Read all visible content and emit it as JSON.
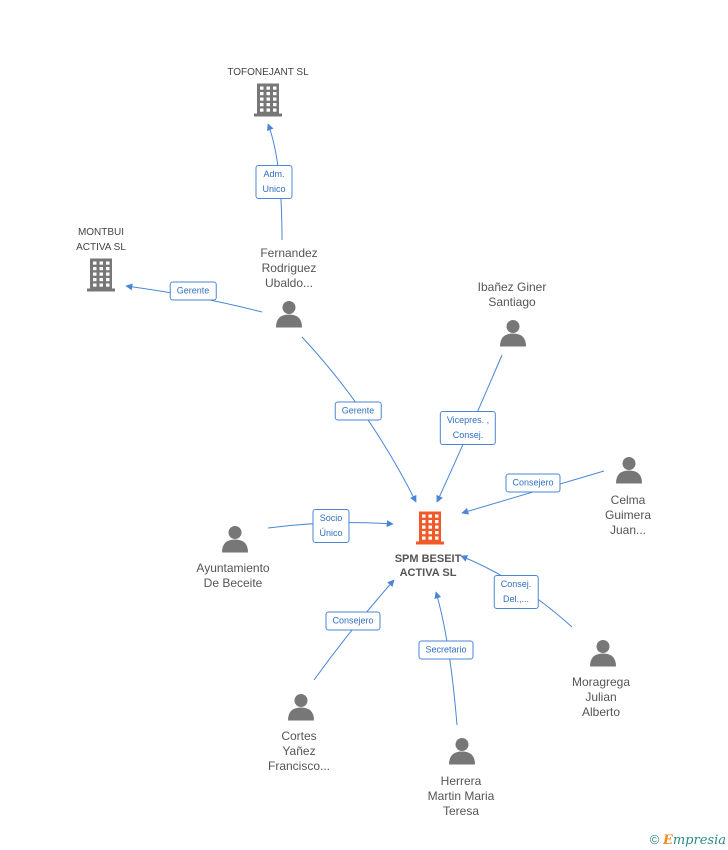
{
  "colors": {
    "edge": "#4a86d4",
    "person": "#777777",
    "company": "#777777",
    "center_company": "#f05a28"
  },
  "center": {
    "label": "SPM BESEIT\nACTIVA SL",
    "icon": "building-icon"
  },
  "companies": [
    {
      "id": "tofonejant",
      "label": "TOFONEJANT SL",
      "icon": "building-icon"
    },
    {
      "id": "montbui",
      "label": "MONTBUI\nACTIVA SL",
      "icon": "building-icon"
    }
  ],
  "persons": [
    {
      "id": "fernandez",
      "label": "Fernandez\nRodriguez\nUbaldo...",
      "icon": "person-icon"
    },
    {
      "id": "ibanez",
      "label": "Ibañez Giner\nSantiago",
      "icon": "person-icon"
    },
    {
      "id": "celma",
      "label": "Celma\nGuimera\nJuan...",
      "icon": "person-icon"
    },
    {
      "id": "ayuntamiento",
      "label": "Ayuntamiento\nDe Beceite",
      "icon": "person-icon"
    },
    {
      "id": "moragrega",
      "label": "Moragrega\nJulian\nAlberto",
      "icon": "person-icon"
    },
    {
      "id": "cortes",
      "label": "Cortes\nYañez\nFrancisco...",
      "icon": "person-icon"
    },
    {
      "id": "herrera",
      "label": "Herrera\nMartin Maria\nTeresa",
      "icon": "person-icon"
    }
  ],
  "edges": [
    {
      "from": "fernandez",
      "to": "tofonejant",
      "label": "Adm.\nUnico"
    },
    {
      "from": "fernandez",
      "to": "montbui",
      "label": "Gerente"
    },
    {
      "from": "fernandez",
      "to": "center",
      "label": "Gerente"
    },
    {
      "from": "ibanez",
      "to": "center",
      "label": "Vicepres. ,\nConsej."
    },
    {
      "from": "celma",
      "to": "center",
      "label": "Consejero"
    },
    {
      "from": "ayuntamiento",
      "to": "center",
      "label": "Socio\nÚnico"
    },
    {
      "from": "moragrega",
      "to": "center",
      "label": "Consej.\nDel.,..."
    },
    {
      "from": "cortes",
      "to": "center",
      "label": "Consejero"
    },
    {
      "from": "herrera",
      "to": "center",
      "label": "Secretario"
    }
  ],
  "footer": {
    "copyright_symbol": "©",
    "brand_first": "E",
    "brand_rest": "mpresia"
  }
}
